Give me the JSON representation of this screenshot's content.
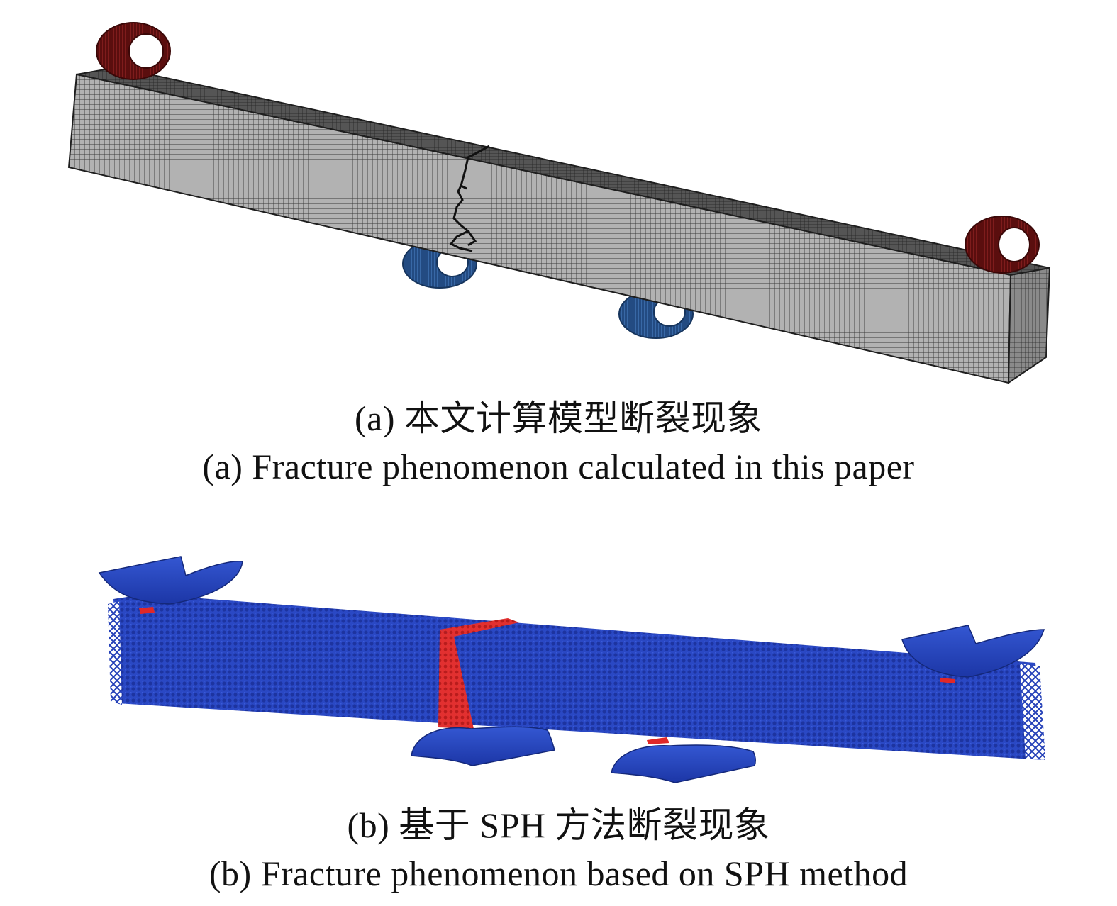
{
  "captions": {
    "a_cn": "(a) 本文计算模型断裂现象",
    "a_en": "(a) Fracture phenomenon calculated in this paper",
    "b_cn": "(b) 基于 SPH 方法断裂现象",
    "b_en": "(b) Fracture phenomenon based on SPH method"
  },
  "colors": {
    "beam_mesh_face": "#a9a9a9",
    "beam_mesh_line": "#2a2a2a",
    "loading_roller": "#6b1414",
    "support_roller": "#2f5d96",
    "sph_particles": "#2440b8",
    "sph_damage": "#e02828"
  }
}
